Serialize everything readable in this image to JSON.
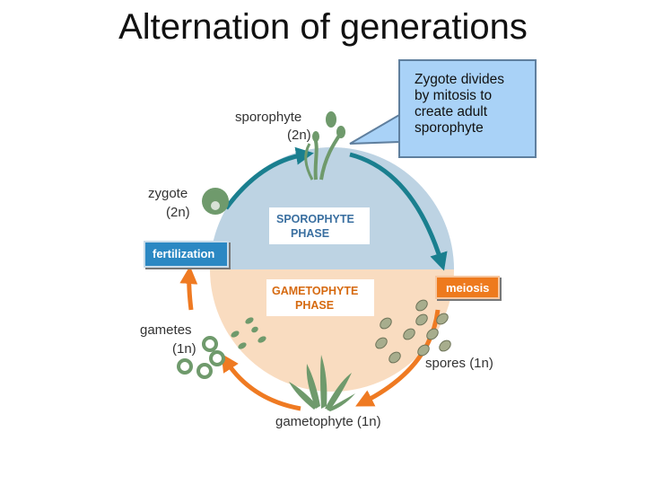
{
  "title": "Alternation of generations",
  "callout": {
    "lines": [
      "Zygote divides",
      "by mitosis to",
      "create adult",
      "sporophyte"
    ]
  },
  "labels": {
    "sporophyte": "sporophyte",
    "sporophyte_ploidy": "(2n)",
    "zygote": "zygote",
    "zygote_ploidy": "(2n)",
    "fertilization": "fertilization",
    "meiosis": "meiosis",
    "gametes": "gametes",
    "gametes_ploidy": "(1n)",
    "spores": "spores (1n)",
    "gametophyte": "gametophyte (1n)"
  },
  "phases": {
    "sporophyte": [
      "SPOROPHYTE",
      "PHASE"
    ],
    "gametophyte": [
      "GAMETOPHYTE",
      "PHASE"
    ]
  },
  "colors": {
    "sporophyte_phase_fill": "#bdd3e3",
    "gametophyte_phase_fill": "#f9dcc0",
    "sporophyte_arrow": "#1a7f8f",
    "gametophyte_arrow": "#ef7a22",
    "plant_green": "#6f9a6c",
    "callout_fill": "#a9d2f7"
  },
  "icons": [
    "sporophyte-plant-icon",
    "zygote-icon",
    "spore-icon",
    "gamete-icon",
    "gametophyte-plant-icon",
    "cycle-arrow-icon"
  ]
}
